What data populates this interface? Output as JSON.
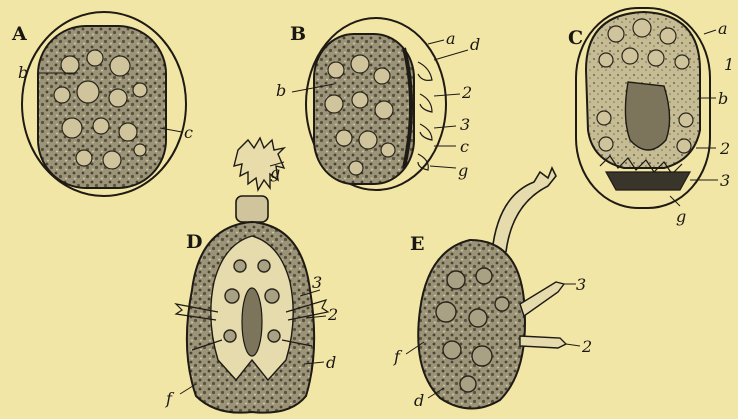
{
  "background_color": "#f2e6a6",
  "ink_color": "#1e1a14",
  "panels": {
    "A": {
      "letter": "A",
      "labels": {
        "b": "b",
        "c": "c"
      }
    },
    "B": {
      "letter": "B",
      "labels": {
        "a": "a",
        "d": "d",
        "b": "b",
        "n2": "2",
        "n3": "3",
        "c": "c",
        "g": "g"
      }
    },
    "C": {
      "letter": "C",
      "labels": {
        "a": "a",
        "b": "b",
        "n1": "1",
        "n2": "2",
        "n3": "3",
        "g": "g"
      }
    },
    "D": {
      "letter": "D",
      "labels": {
        "g": "g",
        "n3": "3",
        "n2": "2",
        "d": "d",
        "f": "f"
      }
    },
    "E": {
      "letter": "E",
      "labels": {
        "n3": "3",
        "n2": "2",
        "f": "f",
        "d": "d"
      }
    }
  }
}
